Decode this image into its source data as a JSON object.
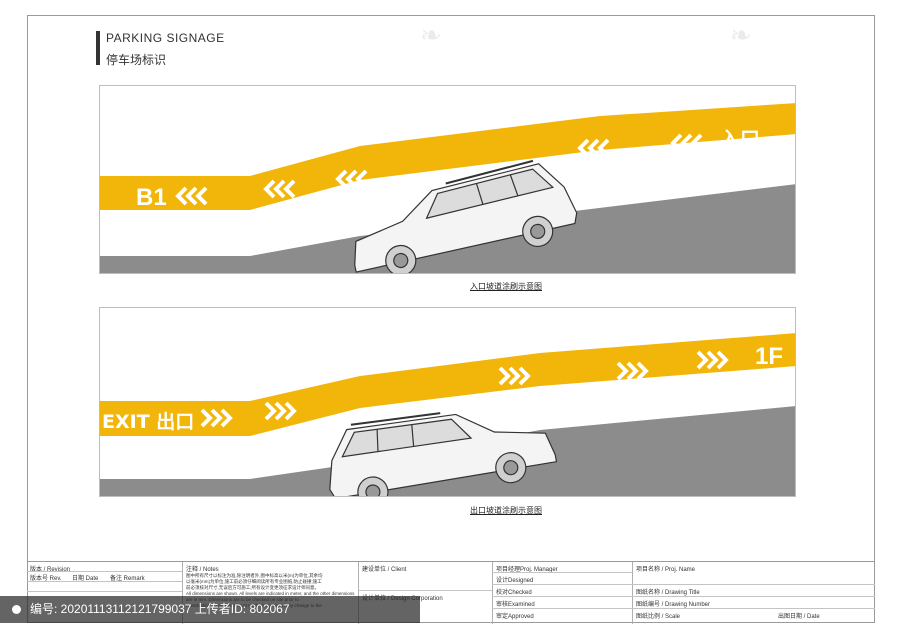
{
  "title": {
    "en": "PARKING SIGNAGE",
    "cn": "停车场标识"
  },
  "colors": {
    "stripe": "#f2b50a",
    "ground": "#8c8c8c",
    "text_on_stripe": "#ffffff"
  },
  "entry_panel": {
    "left_label": "B1",
    "right_label": "入口",
    "arrow_glyph": "<<<",
    "caption": "入口坡道涂刷示意图"
  },
  "exit_panel": {
    "left_label": "EXIT 出口",
    "right_label": "1F",
    "arrow_glyph": ">>>",
    "caption": "出口坡道涂刷示意图"
  },
  "title_block": {
    "revision": "版本 / Revision",
    "rev_no": "版本号 Rev.",
    "date": "日期 Date",
    "remark": "备注 Remark",
    "notes_label": "注释 / Notes",
    "notes_lines": [
      "图中所有尺寸以标注为准,除注明者外,图中标高以米(m)为单位,其余均",
      "以毫米(mm)为单位;施工前必须仔细阅读所有专业图纸,防止碰撞;施工",
      "前必须核对尺寸,无误后方可施工;所有设计变更须征求设计师同意。",
      "All dimensions are shown. All levels are indicated in meter, and the other dimensions",
      "are in mm. Dimensions are to be checked on site prior to",
      "construction. Contractors must notify designers of any change to the"
    ],
    "client": "建设单位 / Client",
    "design_corp": "设计单位 / Design Corporation",
    "proj_manager": "项目经理Proj. Manager",
    "designed": "设计Designed",
    "checked": "校对Checked",
    "examined": "审核Examined",
    "approved": "审定Approved",
    "proj_name": "项目名称 / Proj. Name",
    "drawing_title": "图纸名称 / Drawing Title",
    "drawing_number": "图纸编号 / Drawing Number",
    "scale": "图纸比例 / Scale",
    "issue_date": "出图日期 / Date"
  },
  "watermark": {
    "text": "编号: 20201113112121799037 上传者ID: 802067"
  }
}
